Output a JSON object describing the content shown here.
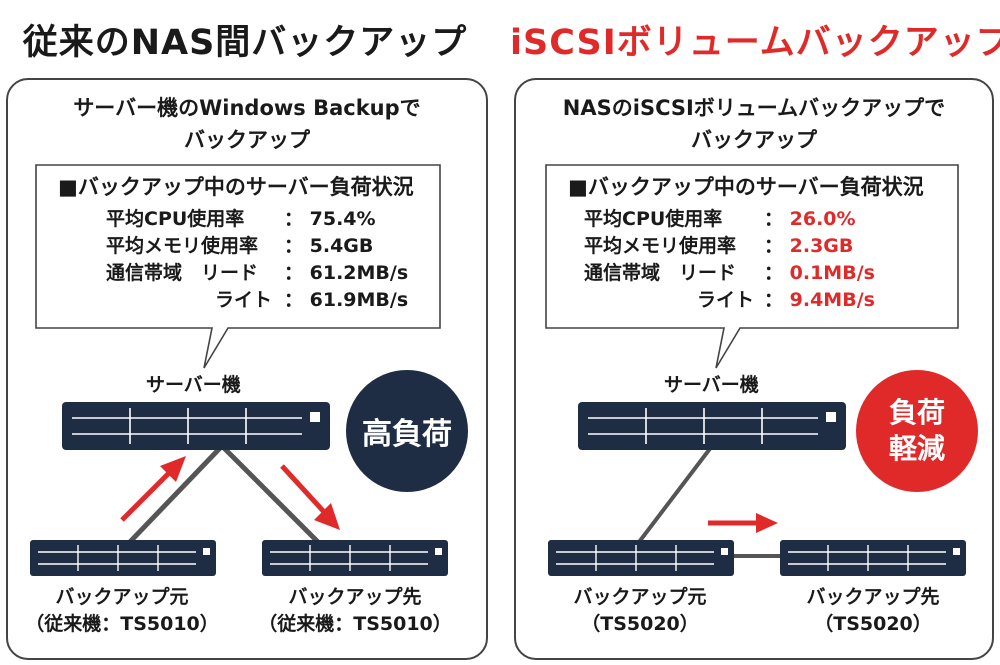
{
  "left": {
    "heading": "従来のNAS間バックアップ",
    "subtitle_line1": "サーバー機のWindows Backupで",
    "subtitle_line2": "バックアップ",
    "bubble": {
      "title": "■バックアップ中のサーバー負荷状況",
      "rows": [
        {
          "label": "平均CPU使用率",
          "sep": "：",
          "value": "75.4%"
        },
        {
          "label": "平均メモリ使用率",
          "sep": "：",
          "value": "5.4GB"
        },
        {
          "label": "通信帯域　リード",
          "sep": "：",
          "value": "61.2MB/s"
        },
        {
          "label": "ライト",
          "sep": "：",
          "value": "61.9MB/s"
        }
      ]
    },
    "server_label": "サーバー機",
    "badge": "高負荷",
    "source_line1": "バックアップ元",
    "source_line2": "（従来機：TS5010）",
    "dest_line1": "バックアップ先",
    "dest_line2": "（従来機：TS5010）"
  },
  "right": {
    "heading": "iSCSIボリュームバックアップ",
    "subtitle_line1": "NASのiSCSIボリュームバックアップで",
    "subtitle_line2": "バックアップ",
    "bubble": {
      "title": "■バックアップ中のサーバー負荷状況",
      "rows": [
        {
          "label": "平均CPU使用率",
          "sep": "：",
          "value": "26.0%"
        },
        {
          "label": "平均メモリ使用率",
          "sep": "：",
          "value": "2.3GB"
        },
        {
          "label": "通信帯域　リード",
          "sep": "：",
          "value": "0.1MB/s"
        },
        {
          "label": "ライト",
          "sep": "：",
          "value": "9.4MB/s"
        }
      ]
    },
    "server_label": "サーバー機",
    "badge_line1": "負荷",
    "badge_line2": "軽減",
    "source_line1": "バックアップ元",
    "source_line2": "（TS5020）",
    "dest_line1": "バックアップ先",
    "dest_line2": "（TS5020）"
  },
  "colors": {
    "accent_red": "#e02a2a",
    "navy": "#1f2d44",
    "text": "#1a1a1a"
  }
}
